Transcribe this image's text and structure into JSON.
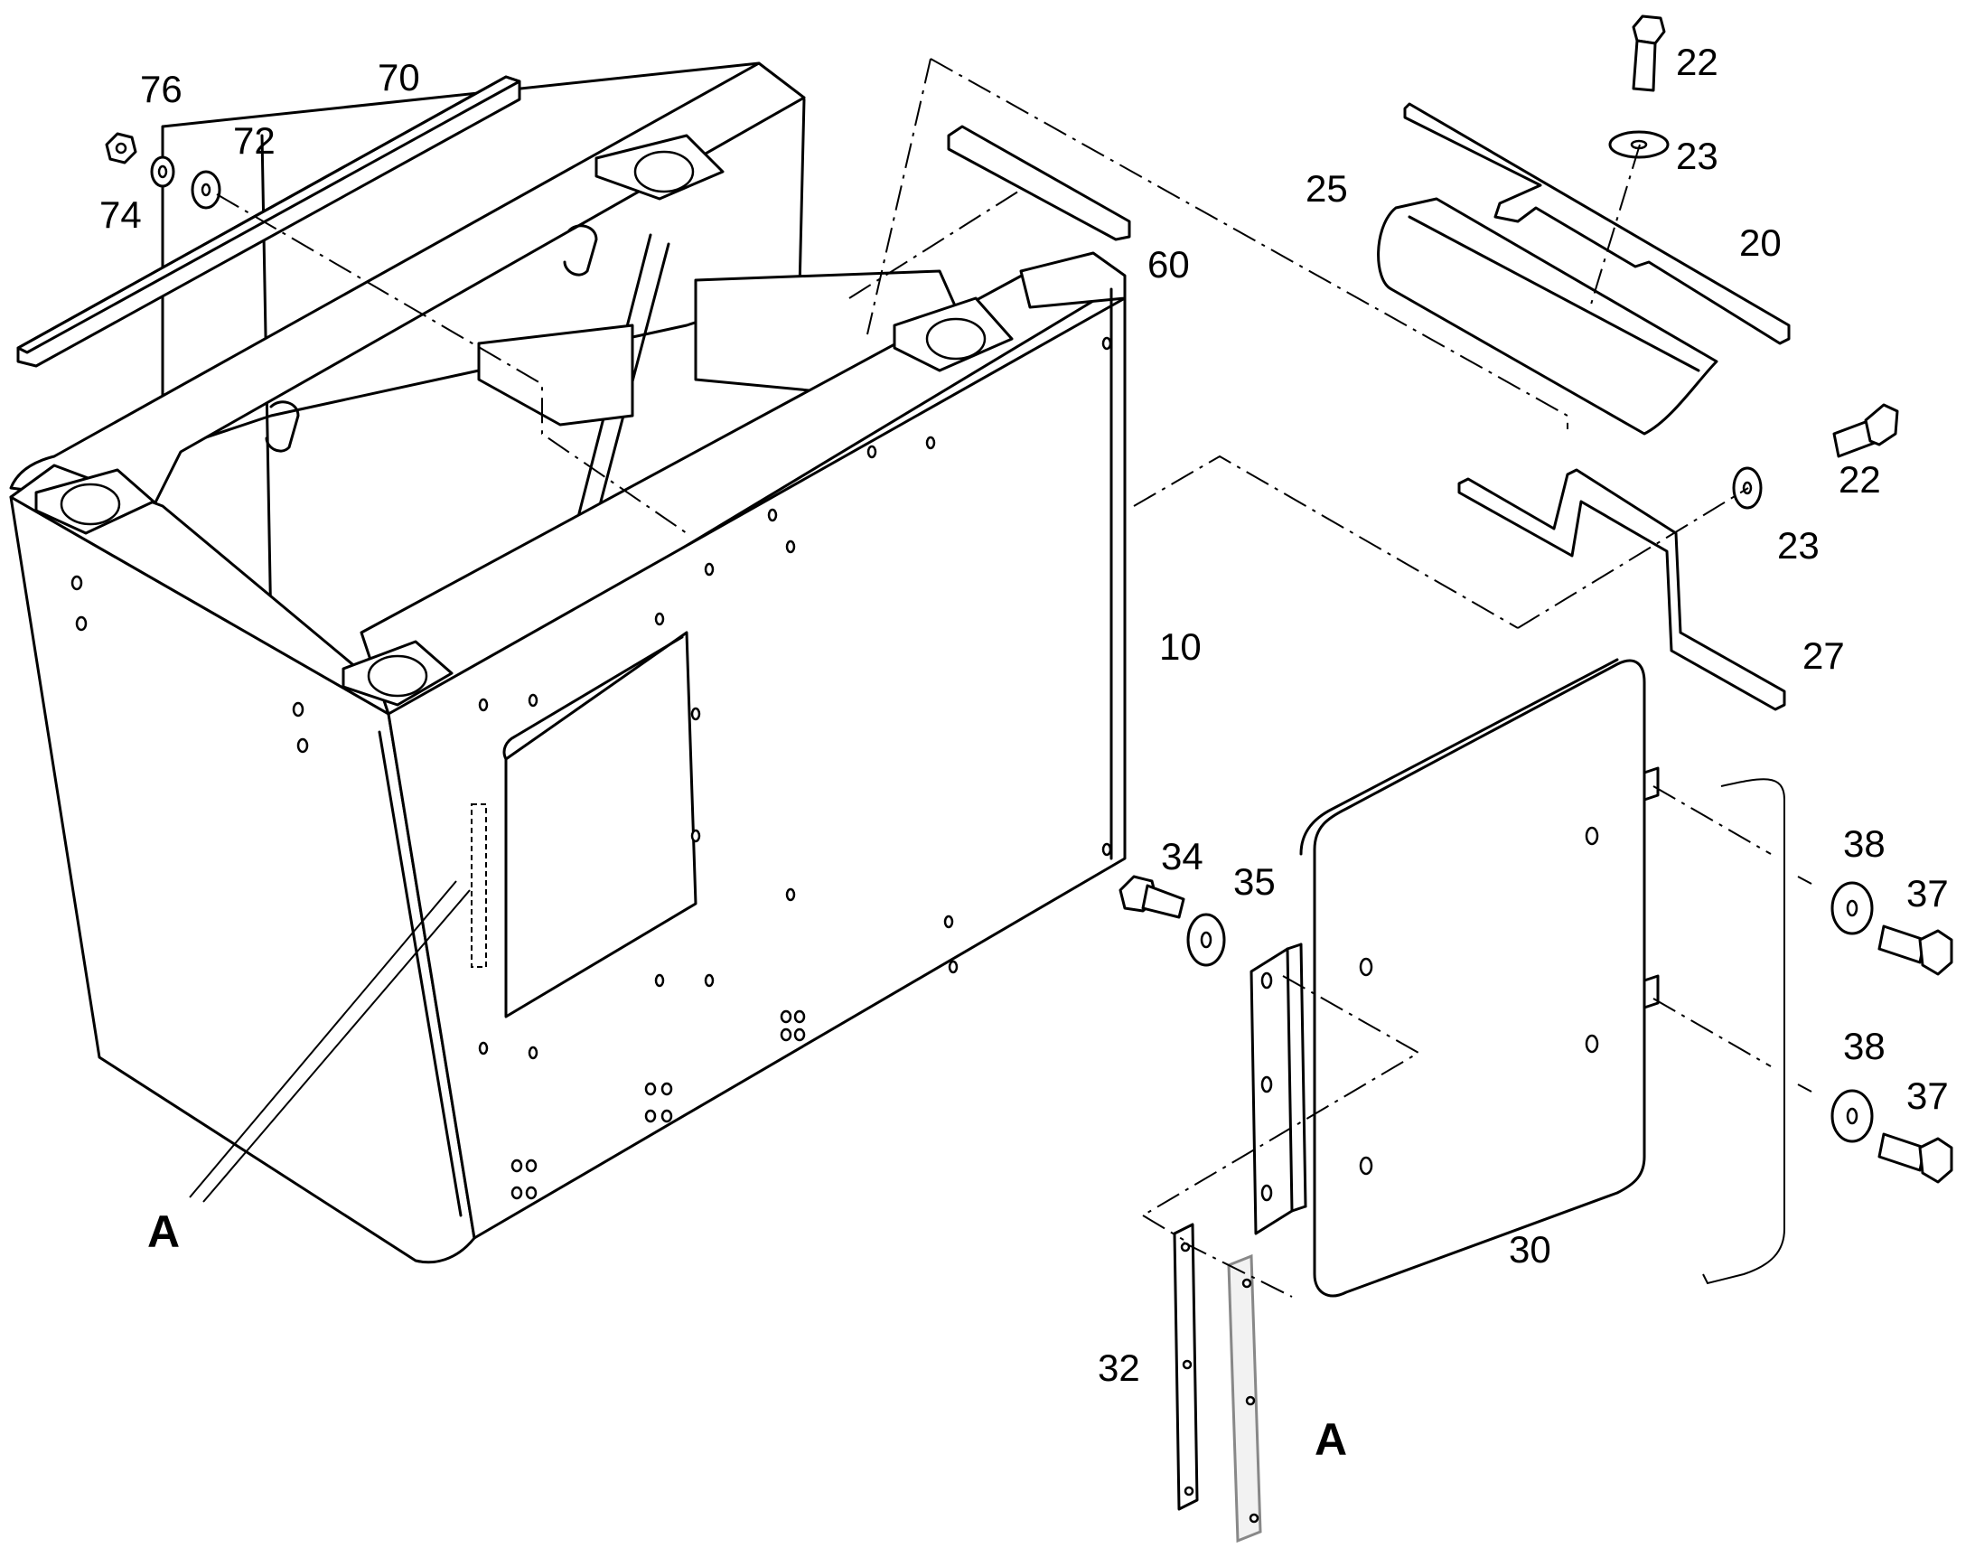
{
  "diagram": {
    "part_labels": {
      "p10": "10",
      "p20": "20",
      "p22a": "22",
      "p22b": "22",
      "p23a": "23",
      "p23b": "23",
      "p25": "25",
      "p27": "27",
      "p30": "30",
      "p32": "32",
      "p34": "34",
      "p35": "35",
      "p37a": "37",
      "p37b": "37",
      "p38a": "38",
      "p38b": "38",
      "p60": "60",
      "p70": "70",
      "p72": "72",
      "p74": "74",
      "p76": "76"
    },
    "view_labels": {
      "detail_ref": "A",
      "detail_view": "A"
    }
  }
}
